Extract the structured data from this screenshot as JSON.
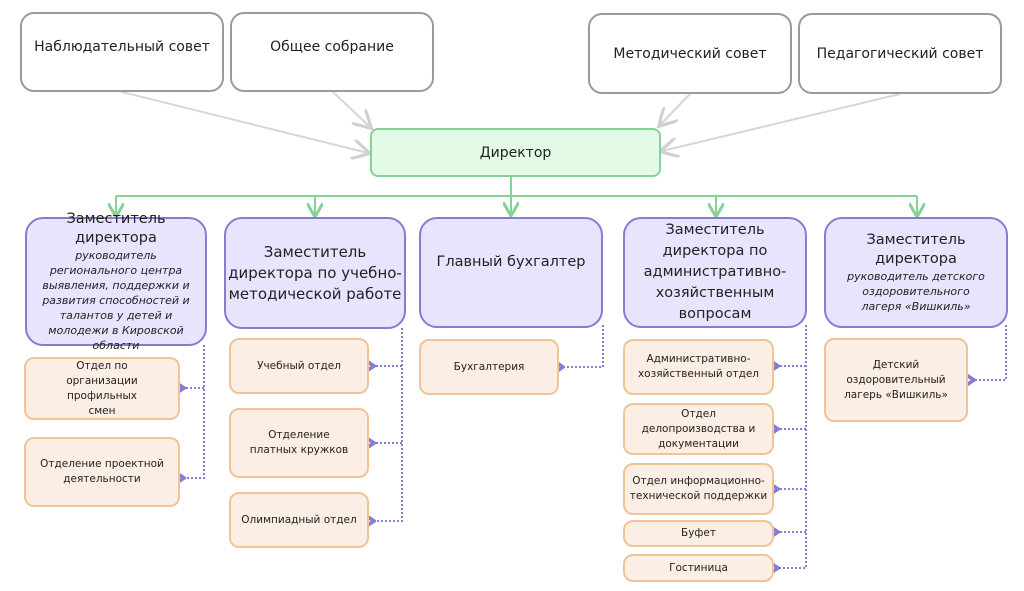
{
  "councils": [
    {
      "label": "Наблюдательный совет"
    },
    {
      "label": "Общее собрание"
    },
    {
      "label": "Методический совет"
    },
    {
      "label": "Педагогический совет"
    }
  ],
  "director": {
    "label": "Директор"
  },
  "deputies": [
    {
      "title": "Заместитель директора",
      "subtitle": "руководитель регионального центра выявления, поддержки и развития способностей и талантов у детей и молодежи  в Кировской области",
      "departments": [
        {
          "label": "Отдел по организации профильных смен"
        },
        {
          "label": "Отделение проектной деятельности"
        }
      ]
    },
    {
      "title": "Заместитель директора по учебно-методической работе",
      "subtitle": "",
      "departments": [
        {
          "label": "Учебный отдел"
        },
        {
          "label": "Отделение платных кружков"
        },
        {
          "label": "Олимпиадный отдел"
        }
      ]
    },
    {
      "title": "Главный бухгалтер",
      "subtitle": "",
      "departments": [
        {
          "label": "Бухгалтерия"
        }
      ]
    },
    {
      "title": "Заместитель директора по административно-хозяйственным вопросам",
      "subtitle": "",
      "departments": [
        {
          "label": "Административно-хозяйственный отдел"
        },
        {
          "label": "Отдел делопроизводства и документации"
        },
        {
          "label": "Отдел информационно-технической поддержки"
        },
        {
          "label": "Буфет"
        },
        {
          "label": "Гостиница"
        }
      ]
    },
    {
      "title": "Заместитель директора",
      "subtitle": "руководитель детского оздоровительного лагеря «Вишкиль»",
      "departments": [
        {
          "label": "Детский оздоровительный лагерь «Вишкиль»"
        }
      ]
    }
  ],
  "colors": {
    "council_border": "#9a9a9a",
    "director_fill": "#e3fbe6",
    "director_border": "#86d196",
    "deputy_fill": "#e7e4fd",
    "deputy_border": "#8a7ad2",
    "department_fill": "#fbeee4",
    "department_border": "#efc497",
    "link_green": "#86d196",
    "link_purple": "#8a7ad2",
    "link_gray": "#d6d6d6"
  }
}
